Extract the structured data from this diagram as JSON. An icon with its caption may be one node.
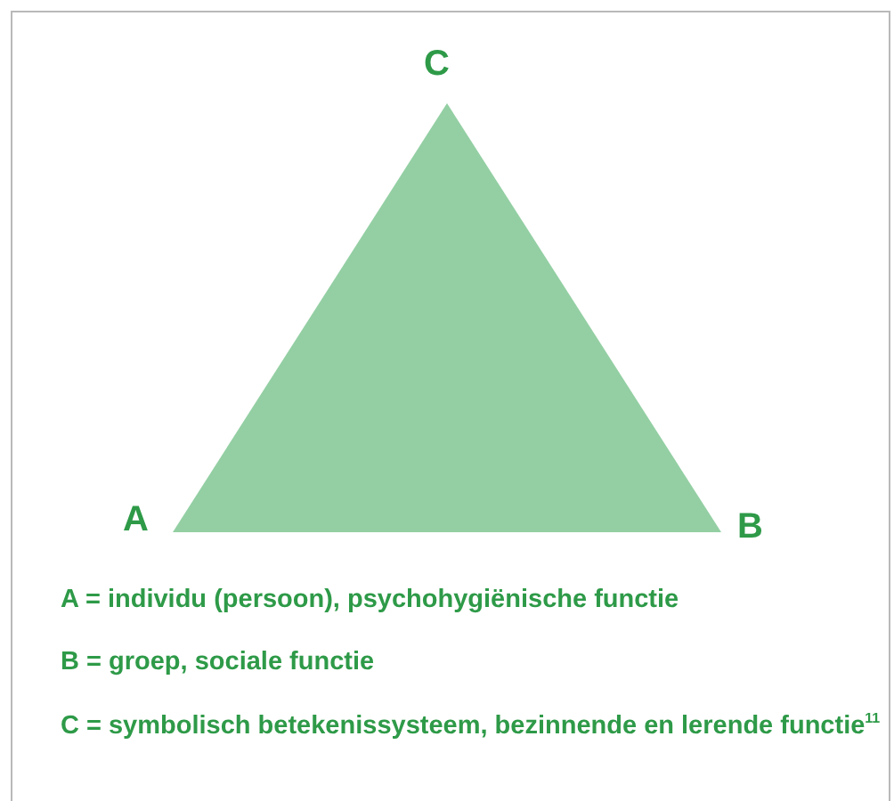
{
  "diagram": {
    "labels": [
      "C",
      "A",
      "B",
      "A = individu (persoon), psychohygiënische functie",
      "B = groep, sociale functie",
      "C = symbolisch betekenissysteem, bezinnende en lerende functie$^{11}$"
    ]
  }
}
